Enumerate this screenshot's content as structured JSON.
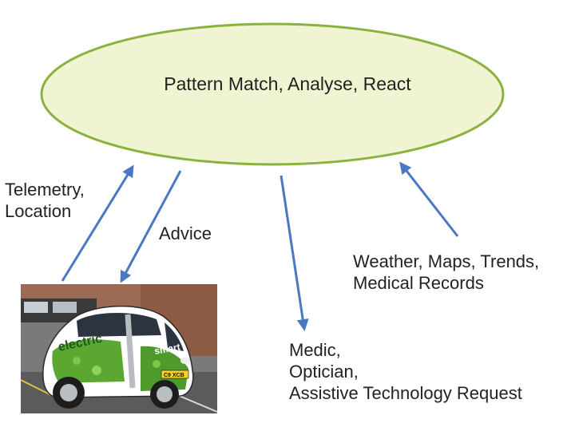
{
  "nodes": {
    "ellipse": {
      "label": "Pattern Match, Analyse, React"
    },
    "telemetry": {
      "label": "Telemetry,\nLocation"
    },
    "advice": {
      "label": "Advice"
    },
    "data_sources": {
      "label": "Weather, Maps, Trends,\nMedical Records"
    },
    "requests": {
      "label": "Medic,\nOptician,\nAssistive Technology Request"
    }
  },
  "car": {
    "badge_text": "electric",
    "brand_text": "smart",
    "plate_text": "C9 XCB"
  },
  "colors": {
    "ellipse_fill": "#f1f4d2",
    "ellipse_stroke": "#8cb23e",
    "arrow": "#4a78c2",
    "text": "#222222"
  }
}
